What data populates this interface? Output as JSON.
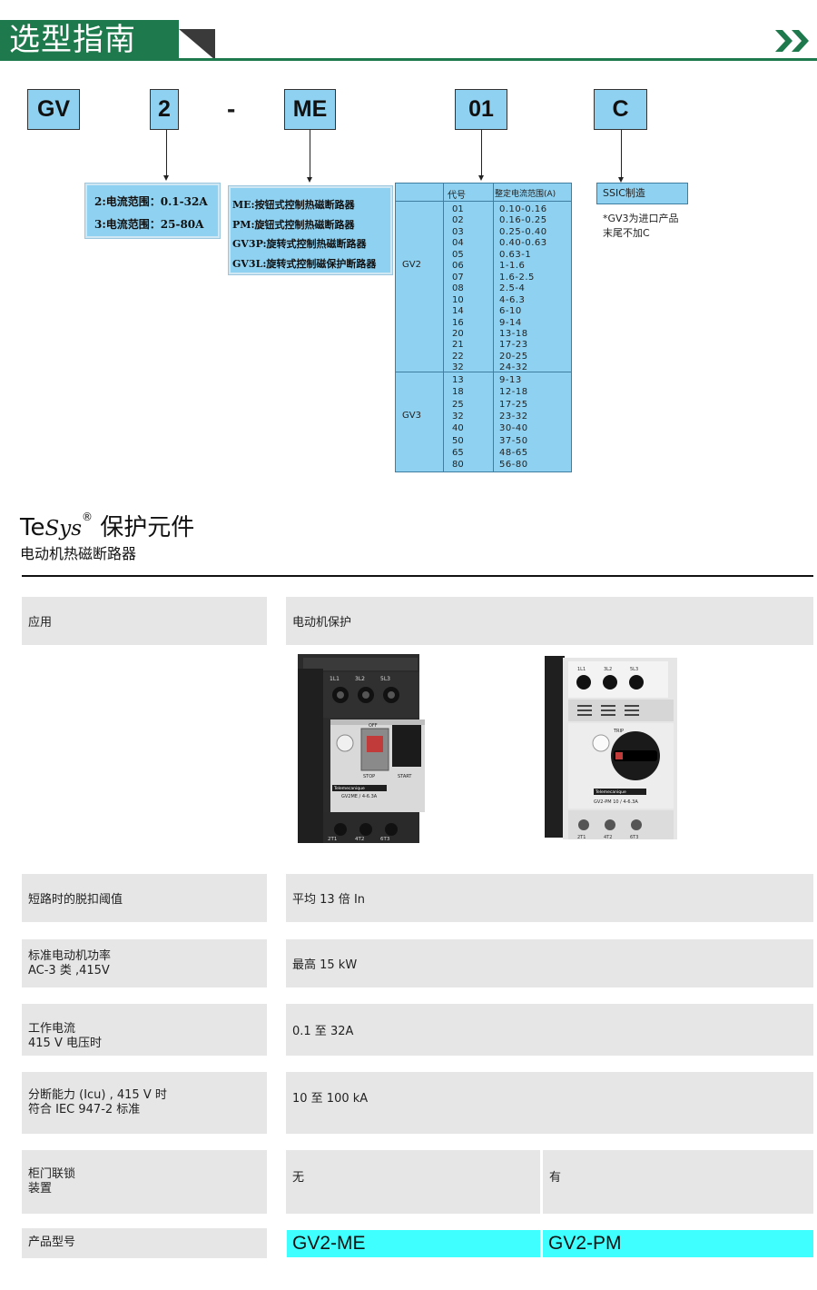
{
  "header": {
    "title": "选型指南",
    "arrows_icon": "double-chevron-right-icon"
  },
  "code": {
    "parts": [
      "GV",
      "2",
      "ME",
      "01",
      "C"
    ],
    "dash": "-"
  },
  "range_box": {
    "lines": [
      "2:电流范围：0.1-32A",
      "3:电流范围：25-80A"
    ]
  },
  "type_box": {
    "lines": [
      "ME:按钮式控制热磁断路器",
      "PM:旋钮式控制热磁断路器",
      "GV3P:旋转式控制热磁断路器",
      "GV3L:旋转式控制磁保护断路器"
    ]
  },
  "code_table": {
    "headers": [
      "代号",
      "整定电流范围(A)"
    ],
    "groups": [
      {
        "name": "GV2",
        "codes": [
          "01",
          "02",
          "03",
          "04",
          "05",
          "06",
          "07",
          "08",
          "10",
          "14",
          "16",
          "20",
          "21",
          "22",
          "32"
        ],
        "ranges": [
          "0.10-0.16",
          "0.16-0.25",
          "0.25-0.40",
          "0.40-0.63",
          "0.63-1",
          "1-1.6",
          "1.6-2.5",
          "2.5-4",
          "4-6.3",
          "6-10",
          "9-14",
          "13-18",
          "17-23",
          "20-25",
          "24-32"
        ]
      },
      {
        "name": "GV3",
        "codes": [
          "13",
          "18",
          "25",
          "32",
          "40",
          "50",
          "65",
          "80"
        ],
        "ranges": [
          "9-13",
          "12-18",
          "17-25",
          "23-32",
          "30-40",
          "37-50",
          "48-65",
          "56-80"
        ]
      }
    ]
  },
  "ssic": {
    "label": "SSIC制造",
    "note1": "*GV3为进口产品",
    "note2": "末尾不加C"
  },
  "product": {
    "brand": "Te",
    "brand_italic": "Sys",
    "reg": "®",
    "title_suffix": " 保护元件",
    "subtitle": "电动机热磁断路器",
    "rows": {
      "application_label": "应用",
      "application_value": "电动机保护",
      "trip_label": "短路时的脱扣阈值",
      "trip_value": "平均 13 倍 In",
      "power_label1": "标准电动机功率",
      "power_label2": "AC-3 类 ,415V",
      "power_value": "最高 15 kW",
      "current_label1": "工作电流",
      "current_label2": "415 V 电压时",
      "current_value": "0.1 至 32A",
      "breaking_label1": "分断能力 (Icu) , 415 V 时",
      "breaking_label2": "符合 IEC 947-2 标准",
      "breaking_value": "10 至 100 kA",
      "interlock_label1": "柜门联锁",
      "interlock_label2": "装置",
      "interlock_value_me": "无",
      "interlock_value_pm": "有",
      "model_label": "产品型号",
      "model_me": "GV2-ME",
      "model_pm": "GV2-PM"
    },
    "image_me": {
      "terminals_top": [
        "1L1",
        "3L2",
        "5L3"
      ],
      "terminals_bottom": [
        "2T1",
        "4T2",
        "6T3"
      ],
      "off": "OFF",
      "stop": "STOP",
      "start": "START",
      "brand": "Telemecanique",
      "model": "GV2ME / 4-6.3A"
    },
    "image_pm": {
      "terminals_top": [
        "1L1",
        "3L2",
        "5L3"
      ],
      "terminals_bottom": [
        "2T1",
        "4T2",
        "6T3"
      ],
      "trip": "TRIP",
      "brand": "Telemecanique",
      "model": "GV2-PM 10 / 4-6.3A"
    }
  }
}
